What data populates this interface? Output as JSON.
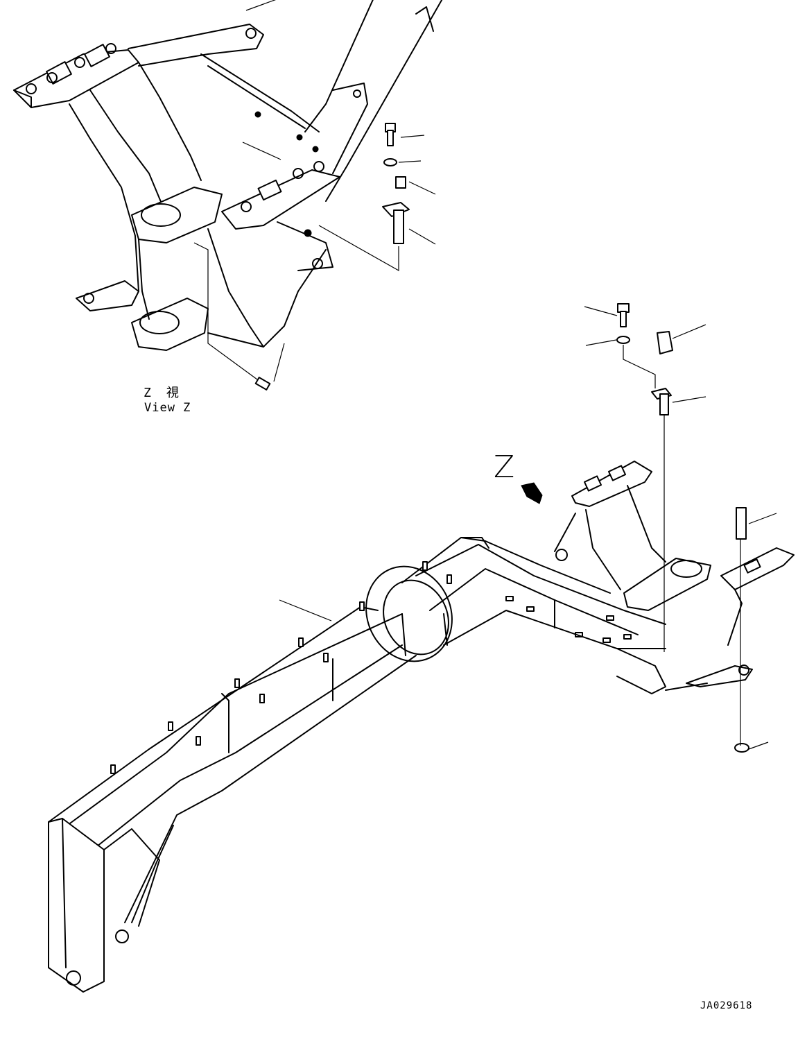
{
  "labels": {
    "view_z_ja": "Z　視",
    "view_z_en": "View Z",
    "z_marker": "Z",
    "drawing_code": "JA029618"
  },
  "icons": {
    "view_arrow": "arrow-down-right-icon"
  },
  "colors": {
    "line": "#000000",
    "background": "#ffffff"
  }
}
